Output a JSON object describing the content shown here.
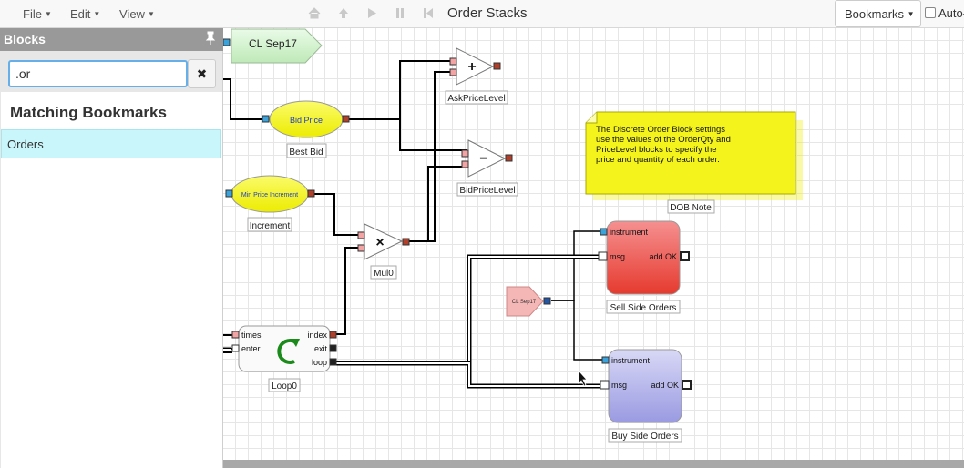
{
  "menu": {
    "file": "File",
    "edit": "Edit",
    "view": "View"
  },
  "title": "Order Stacks",
  "toolbar": {
    "bookmarks": "Bookmarks",
    "auto_label": "Auto-"
  },
  "sidebar": {
    "header": "Blocks",
    "search_value": ".or",
    "clear_icon": "✖",
    "matching_heading": "Matching Bookmarks",
    "results": [
      "Orders"
    ]
  },
  "blocks": {
    "cl_top": "CL Sep17",
    "bid_price": "Bid Price",
    "best_bid": "Best Bid",
    "min_price": "Min Price Increment",
    "increment": "Increment",
    "plus_sym": "+",
    "ask_level": "AskPriceLevel",
    "minus_sym": "−",
    "bid_level": "BidPriceLevel",
    "mul_sym": "×",
    "mul0": "Mul0",
    "loop": {
      "times": "times",
      "enter": "enter",
      "index": "index",
      "exit": "exit",
      "loop": "loop",
      "name": "Loop0"
    },
    "note_text": "The Discrete Order Block settings\nuse the values of the OrderQty and\n PriceLevel blocks to specify the\nprice and quantity of each order.",
    "note_name": "DOB Note",
    "cl_small": "CL Sep17",
    "sell": {
      "instrument": "instrument",
      "msg": "msg",
      "addok": "add OK",
      "name": "Sell Side Orders"
    },
    "buy": {
      "instrument": "instrument",
      "msg": "msg",
      "addok": "add OK",
      "name": "Buy Side Orders"
    }
  }
}
